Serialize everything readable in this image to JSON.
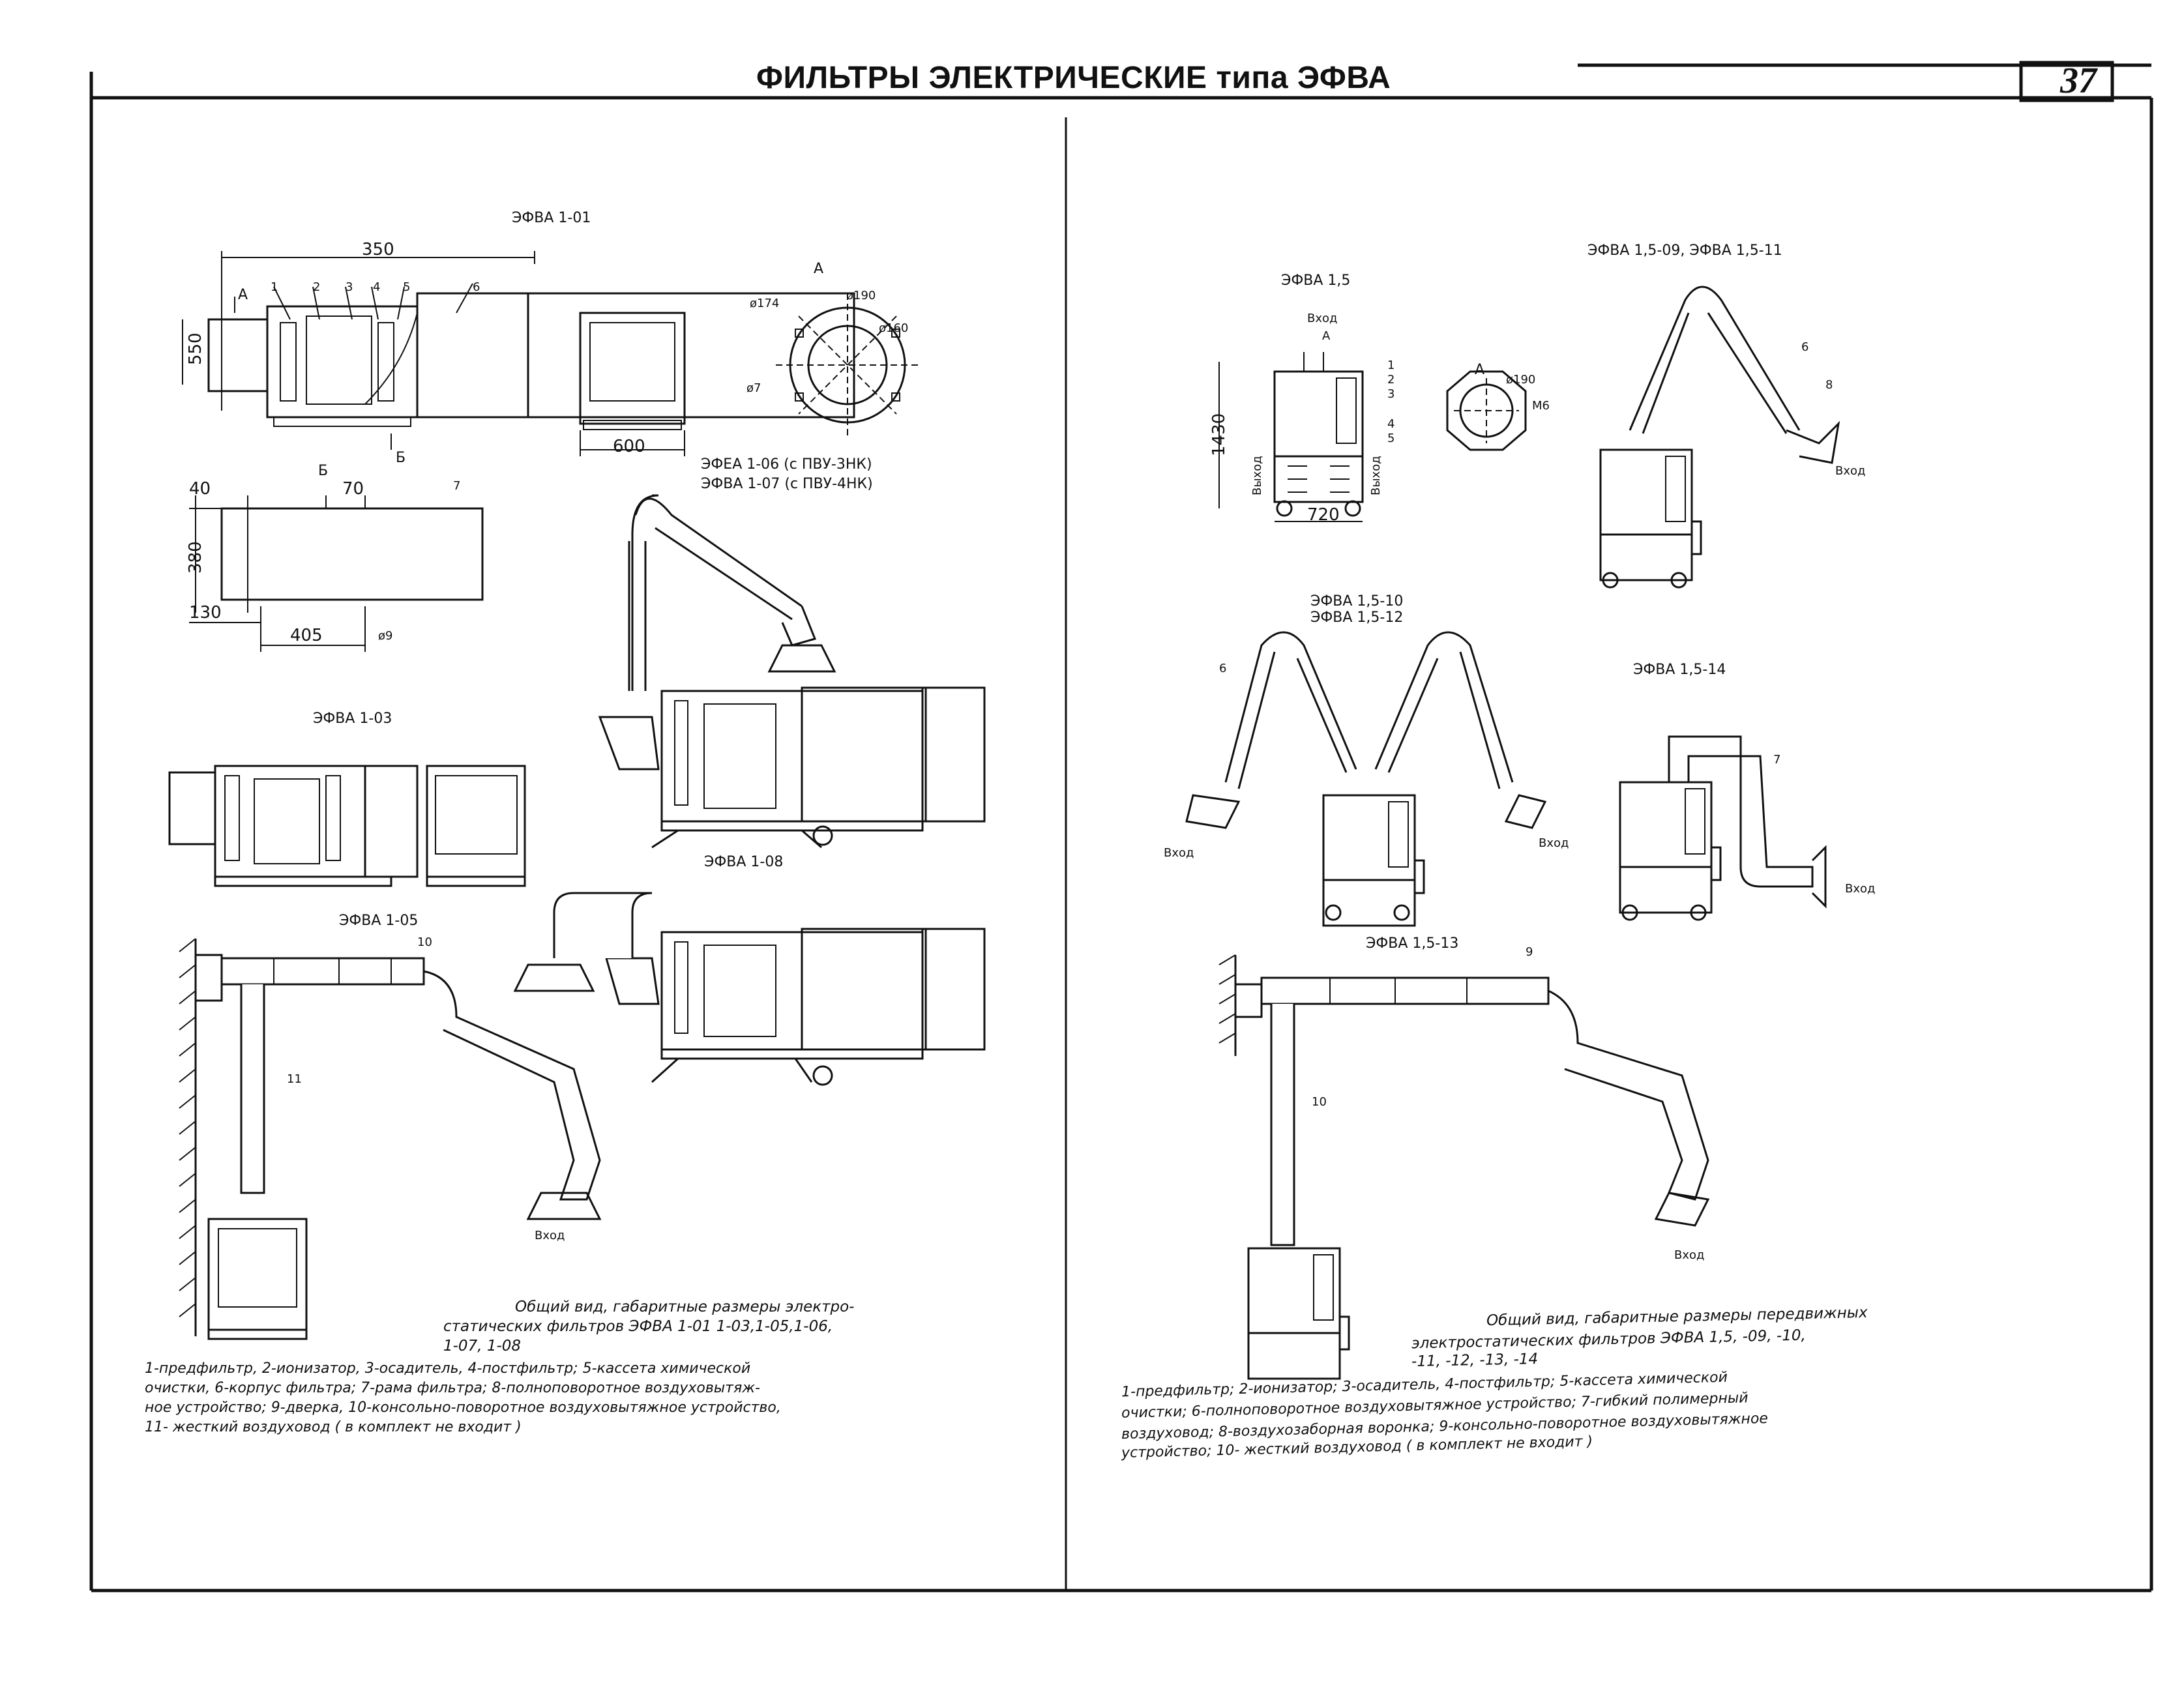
{
  "header": {
    "title": "ФИЛЬТРЫ ЭЛЕКТРИЧЕСКИЕ типа ЭФВА",
    "page_number": "37"
  },
  "left_panel": {
    "labels": {
      "efva_1_01": "ЭФВА 1-01",
      "efva_1_03": "ЭФВА 1-03",
      "efva_1_05": "ЭФВА 1-05",
      "efva_1_06": "ЭФЕА 1-06 (с ПВУ-3НК)",
      "efva_1_07": "ЭФВА 1-07 (с ПВУ-4НК)",
      "efva_1_08": "ЭФВА 1-08",
      "view_a": "А",
      "view_b": "Б",
      "vhod": "Вход"
    },
    "dimensions": {
      "d350": "350",
      "d550": "550",
      "d600": "600",
      "d40": "40",
      "d70": "70",
      "d380": "380",
      "d130": "130",
      "d405": "405",
      "d9": "ø9",
      "d174": "ø174",
      "d190": "ø190",
      "d160": "ø160",
      "d7": "ø7"
    },
    "callouts": [
      "1",
      "2",
      "3",
      "4",
      "5",
      "6",
      "7",
      "10",
      "11"
    ],
    "caption_lines": [
      "Общий вид, габаритные размеры электро-",
      "статических фильтров ЭФВА 1-01 1-03,1-05,1-06,",
      "1-07,  1-08"
    ],
    "legend_lines": [
      "1-предфильтр, 2-ионизатор, 3-осадитель, 4-постфильтр; 5-кассета химической",
      "очистки, 6-корпус фильтра; 7-рама фильтра; 8-полноповоротное воздуховытяж-",
      "ное устройство; 9-дверка, 10-консольно-поворотное воздуховытяжное устройство,",
      "11- жесткий воздуховод ( в комплект не входит )"
    ]
  },
  "right_panel": {
    "labels": {
      "efva_15": "ЭФВА 1,5",
      "efva_15_09_11": "ЭФВА 1,5-09,  ЭФВА 1,5-11",
      "efva_15_10": "ЭФВА 1,5-10",
      "efva_15_12": "ЭФВА 1,5-12",
      "efva_15_14": "ЭФВА 1,5-14",
      "efva_15_13": "ЭФВА 1,5-13",
      "view_a": "А",
      "vhod": "Вход",
      "vyhod": "Выход"
    },
    "dimensions": {
      "d1430": "1430",
      "d720": "720",
      "d190": "ø190",
      "m6": "М6"
    },
    "callouts": [
      "1",
      "2",
      "3",
      "4",
      "5",
      "6",
      "7",
      "8",
      "9",
      "10"
    ],
    "caption_lines": [
      "Общий вид, габаритные размеры передвижных",
      "электростатических фильтров ЭФВА 1,5,  -09,  -10,",
      "-11,  -12,  -13,  -14"
    ],
    "legend_lines": [
      "1-предфильтр; 2-ионизатор; 3-осадитель, 4-постфильтр; 5-кассета химической",
      "очистки; 6-полноповоротное воздуховытяжное устройство; 7-гибкий полимерный",
      "воздуховод; 8-воздухозаборная воронка; 9-консольно-поворотное воздуховытяжное",
      "устройство; 10- жесткий воздуховод ( в комплект не входит )"
    ]
  }
}
